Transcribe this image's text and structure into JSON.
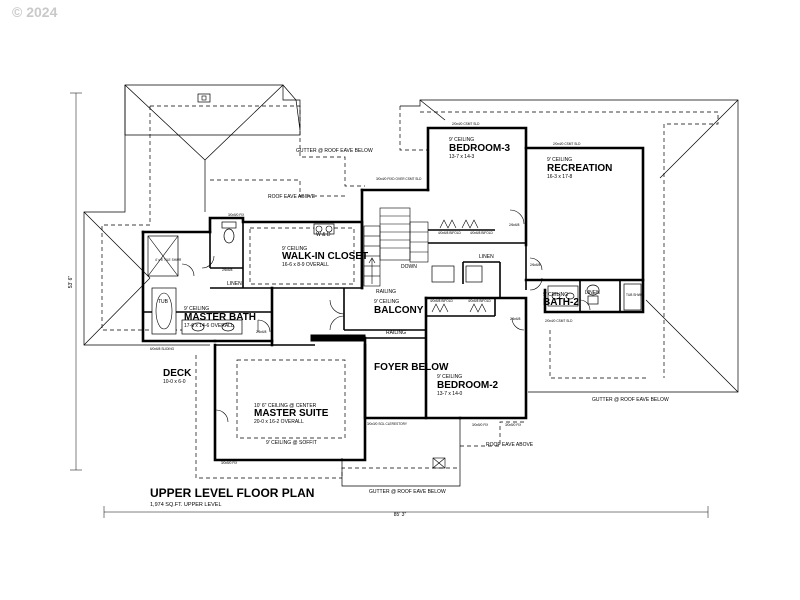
{
  "watermark": "© 2024",
  "title": "UPPER LEVEL FLOOR PLAN",
  "subtitle": "1,974 SQ.FT. UPPER LEVEL",
  "dimensions": {
    "overall_width": "85' 3\"",
    "overall_depth": "53' 6\""
  },
  "rooms": {
    "bedroom3": {
      "ceiling": "9' CEILING",
      "name": "BEDROOM-3",
      "size": "13-7 x 14-3"
    },
    "recreation": {
      "ceiling": "9' CEILING",
      "name": "RECREATION",
      "size": "16-3 x 17-8"
    },
    "walkin": {
      "ceiling": "9' CEILING",
      "name": "WALK-IN CLOSET",
      "size": "16-6 x 8-9 OVERALL"
    },
    "master_bath": {
      "ceiling": "9' CEILING",
      "name": "MASTER BATH",
      "size": "17-6 x 14-6 OVERALL"
    },
    "balcony": {
      "ceiling": "9' CEILING",
      "name": "BALCONY"
    },
    "bath2": {
      "ceiling": "9' CEILING",
      "name": "BATH-2"
    },
    "deck": {
      "name": "DECK",
      "size": "10-0 x 6-0"
    },
    "foyer": {
      "name": "FOYER BELOW"
    },
    "bedroom2": {
      "ceiling": "9' CEILING",
      "name": "BEDROOM-2",
      "size": "13-7 x 14-0"
    },
    "master_suite": {
      "ceiling": "10' 6\" CEILING @ CENTER",
      "name": "MASTER SUITE",
      "size": "20-0 x 16-2 OVERALL"
    }
  },
  "notes": {
    "gutter_top": "GUTTER @ ROOF EAVE BELOW",
    "roof_eave_above": "ROOF EAVE ABOVE",
    "gutter_right": "GUTTER @ ROOF EAVE BELOW",
    "roof_eave_above_2": "ROOF EAVE ABOVE",
    "gutter_bottom": "GUTTER @ ROOF EAVE BELOW",
    "soffit": "9' CEILING @ SOFFIT",
    "down": "DOWN",
    "railing_top": "RAILING",
    "railing_bottom": "RAILING",
    "wd": "W & D",
    "linen_ms": "LINEN",
    "linen_hall": "LINEN",
    "linen_bath2": "LINEN",
    "tub_ms": "TUB",
    "tile_shwr": "4' x 5' TILE SHWR",
    "tub_shwr": "TUB SHWR",
    "window_generic": "3/0x5/0 FIX",
    "door_generic": "2/6x6/8",
    "closet_bifold": "4/0x6/8 BIFOLD",
    "window_wide": "2/0x4/0 CSMT SLD",
    "sliding": "6/0x6/8 SLIDING",
    "clerestory": "3/0x3/0 SGL CLERESTORY",
    "stair_note": "3/0x4/0 FIXD OVER CSMT SLD"
  }
}
